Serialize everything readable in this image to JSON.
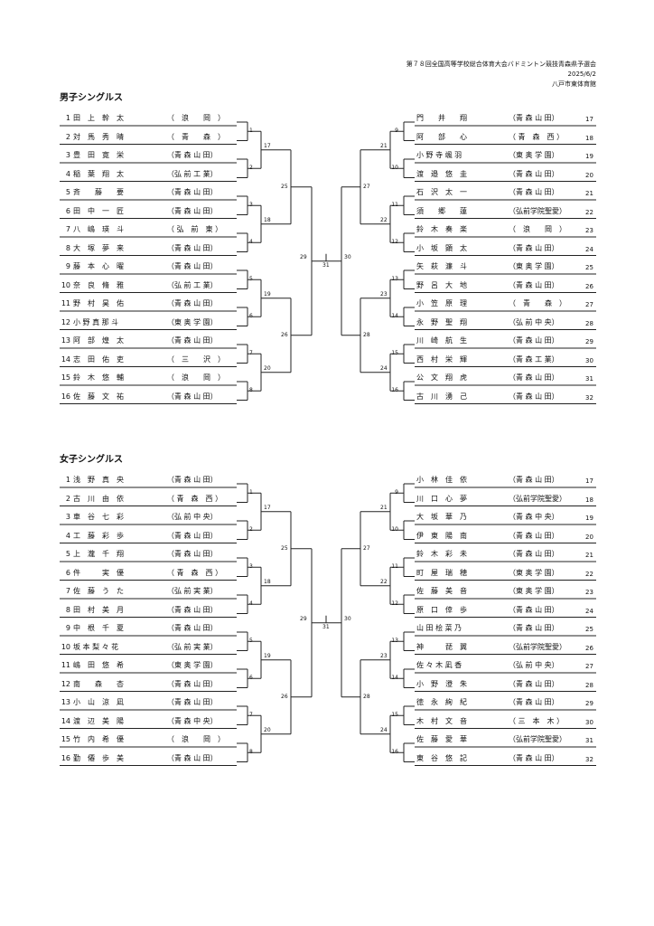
{
  "header": {
    "event": "第７８回全国高等学校総合体育大会バドミントン競技青森県予選会",
    "date": "2025/6/2",
    "venue": "八戸市東体育館"
  },
  "sections": [
    {
      "title": "男子シングルス",
      "left": [
        {
          "no": "1",
          "name": "田　上　幹　太",
          "school": "（　浪　　岡　）"
        },
        {
          "no": "2",
          "name": "対　馬　秀　晴",
          "school": "（　青　　森　）"
        },
        {
          "no": "3",
          "name": "豊　田　寛　栄",
          "school": "（青 森 山 田）"
        },
        {
          "no": "4",
          "name": "稲　葉　翔　太",
          "school": "（弘 前 工 業）"
        },
        {
          "no": "5",
          "name": "斉　　藤　　要",
          "school": "（青 森 山 田）"
        },
        {
          "no": "6",
          "name": "田　中　一　匠",
          "school": "（青 森 山 田）"
        },
        {
          "no": "7",
          "name": "八　嶋　瑛　斗",
          "school": "（ 弘　前　東 ）"
        },
        {
          "no": "8",
          "name": "大　塚　夢　来",
          "school": "（青 森 山 田）"
        },
        {
          "no": "9",
          "name": "藤　本　心　曜",
          "school": "（青 森 山 田）"
        },
        {
          "no": "10",
          "name": "奈　良　脩　雅",
          "school": "（弘 前 工 業）"
        },
        {
          "no": "11",
          "name": "野　村　昊　佑",
          "school": "（青 森 山 田）"
        },
        {
          "no": "12",
          "name": "小 野 真 那 斗",
          "school": "（東 奥 学 園）"
        },
        {
          "no": "13",
          "name": "阿　部　煌　太",
          "school": "（青 森 山 田）"
        },
        {
          "no": "14",
          "name": "志　田　佑　吏",
          "school": "（　三　　沢　）"
        },
        {
          "no": "15",
          "name": "鈴　木　悠　輔",
          "school": "（　浪　　岡　）"
        },
        {
          "no": "16",
          "name": "佐　藤　文　祐",
          "school": "（青 森 山 田）"
        }
      ],
      "right": [
        {
          "no": "17",
          "name": "門　　井　　翔",
          "school": "（青 森 山 田）"
        },
        {
          "no": "18",
          "name": "阿　　部　　心",
          "school": "（ 青　森　西 ）"
        },
        {
          "no": "19",
          "name": "小 野 寺 颯 羽",
          "school": "（東 奥 学 園）"
        },
        {
          "no": "20",
          "name": "渡　邉　悠　圭",
          "school": "（青 森 山 田）"
        },
        {
          "no": "21",
          "name": "石　沢　太　一",
          "school": "（青 森 山 田）"
        },
        {
          "no": "22",
          "name": "須　　郷　　蓮",
          "school": "（弘前学院聖愛）"
        },
        {
          "no": "23",
          "name": "鈴　木　奏　楽",
          "school": "（　浪　　岡　）"
        },
        {
          "no": "24",
          "name": "小　坂　顕　太",
          "school": "（青 森 山 田）"
        },
        {
          "no": "25",
          "name": "矢　萩　濂　斗",
          "school": "（東 奥 学 園）"
        },
        {
          "no": "26",
          "name": "野　呂　大　地",
          "school": "（青 森 山 田）"
        },
        {
          "no": "27",
          "name": "小　笠　原　理",
          "school": "（　青　　森　）"
        },
        {
          "no": "28",
          "name": "永　野　聖　翔",
          "school": "（弘 前 中 央）"
        },
        {
          "no": "29",
          "name": "川　崎　航　生",
          "school": "（青 森 山 田）"
        },
        {
          "no": "30",
          "name": "西　村　栄　輝",
          "school": "（青 森 工 業）"
        },
        {
          "no": "31",
          "name": "公　文　翔　虎",
          "school": "（青 森 山 田）"
        },
        {
          "no": "32",
          "name": "古　川　湧　己",
          "school": "（青 森 山 田）"
        }
      ]
    },
    {
      "title": "女子シングルス",
      "left": [
        {
          "no": "1",
          "name": "浅　野　真　央",
          "school": "（青 森 山 田）"
        },
        {
          "no": "2",
          "name": "古　川　由　依",
          "school": "（ 青　森　西 ）"
        },
        {
          "no": "3",
          "name": "車　谷　七　彩",
          "school": "（弘 前 中 央）"
        },
        {
          "no": "4",
          "name": "工　藤　彩　歩",
          "school": "（青 森 山 田）"
        },
        {
          "no": "5",
          "name": "上　瀧　千　翔",
          "school": "（青 森 山 田）"
        },
        {
          "no": "6",
          "name": "件　　　実　優",
          "school": "（ 青　森　西 ）"
        },
        {
          "no": "7",
          "name": "佐　藤　う　た",
          "school": "（弘 前 実 業）"
        },
        {
          "no": "8",
          "name": "田　村　美　月",
          "school": "（青 森 山 田）"
        },
        {
          "no": "9",
          "name": "中　根　千　夏",
          "school": "（青 森 山 田）"
        },
        {
          "no": "10",
          "name": "坂 本 梨 々 花",
          "school": "（弘 前 実 業）"
        },
        {
          "no": "11",
          "name": "嶋　田　悠　希",
          "school": "（東 奥 学 園）"
        },
        {
          "no": "12",
          "name": "南　　森　　杏",
          "school": "（青 森 山 田）"
        },
        {
          "no": "13",
          "name": "小　山　涼　凪",
          "school": "（青 森 山 田）"
        },
        {
          "no": "14",
          "name": "渡　辺　美　陽",
          "school": "（青 森 中 央）"
        },
        {
          "no": "15",
          "name": "竹　内　希　優",
          "school": "（　浪　　岡　）"
        },
        {
          "no": "16",
          "name": "勤　僊　歩　美",
          "school": "（青 森 山 田）"
        }
      ],
      "right": [
        {
          "no": "17",
          "name": "小　林　佳　依",
          "school": "（青 森 山 田）"
        },
        {
          "no": "18",
          "name": "川　口　心　夢",
          "school": "（弘前学院聖愛）"
        },
        {
          "no": "19",
          "name": "大　坂　華　乃",
          "school": "（青 森 中 央）"
        },
        {
          "no": "20",
          "name": "伊　東　陽　南",
          "school": "（青 森 山 田）"
        },
        {
          "no": "21",
          "name": "鈴　木　彩　未",
          "school": "（青 森 山 田）"
        },
        {
          "no": "22",
          "name": "町　屋　瑞　穂",
          "school": "（東 奥 学 園）"
        },
        {
          "no": "23",
          "name": "佐　藤　美　音",
          "school": "（東 奥 学 園）"
        },
        {
          "no": "24",
          "name": "原　口　倖　歩",
          "school": "（青 森 山 田）"
        },
        {
          "no": "25",
          "name": "山 田 桧 菜 乃",
          "school": "（青 森 山 田）"
        },
        {
          "no": "26",
          "name": "神　　　琵　翼",
          "school": "（弘前学院聖愛）"
        },
        {
          "no": "27",
          "name": "佐 々 木 凪 香",
          "school": "（弘 前 中 央）"
        },
        {
          "no": "28",
          "name": "小　野　澄　朱",
          "school": "（青 森 山 田）"
        },
        {
          "no": "29",
          "name": "徳　永　絢　紀",
          "school": "（青 森 山 田）"
        },
        {
          "no": "30",
          "name": "木　村　文　音",
          "school": "（ 三　本　木 ）"
        },
        {
          "no": "31",
          "name": "佐　藤　愛　華",
          "school": "（弘前学院聖愛）"
        },
        {
          "no": "32",
          "name": "東　谷　悠　記",
          "school": "（青 森 山 田）"
        }
      ]
    }
  ],
  "match_numbers": {
    "r1_left": [
      "1",
      "2",
      "3",
      "4",
      "5",
      "6",
      "7",
      "8"
    ],
    "r1_right": [
      "9",
      "10",
      "11",
      "12",
      "13",
      "14",
      "15",
      "16"
    ],
    "r2_left": [
      "17",
      "18",
      "19",
      "20"
    ],
    "r2_right": [
      "21",
      "22",
      "23",
      "24"
    ],
    "r3_left": [
      "25",
      "26"
    ],
    "r3_right": [
      "27",
      "28"
    ],
    "semi": [
      "29",
      "30"
    ],
    "final": "31"
  }
}
